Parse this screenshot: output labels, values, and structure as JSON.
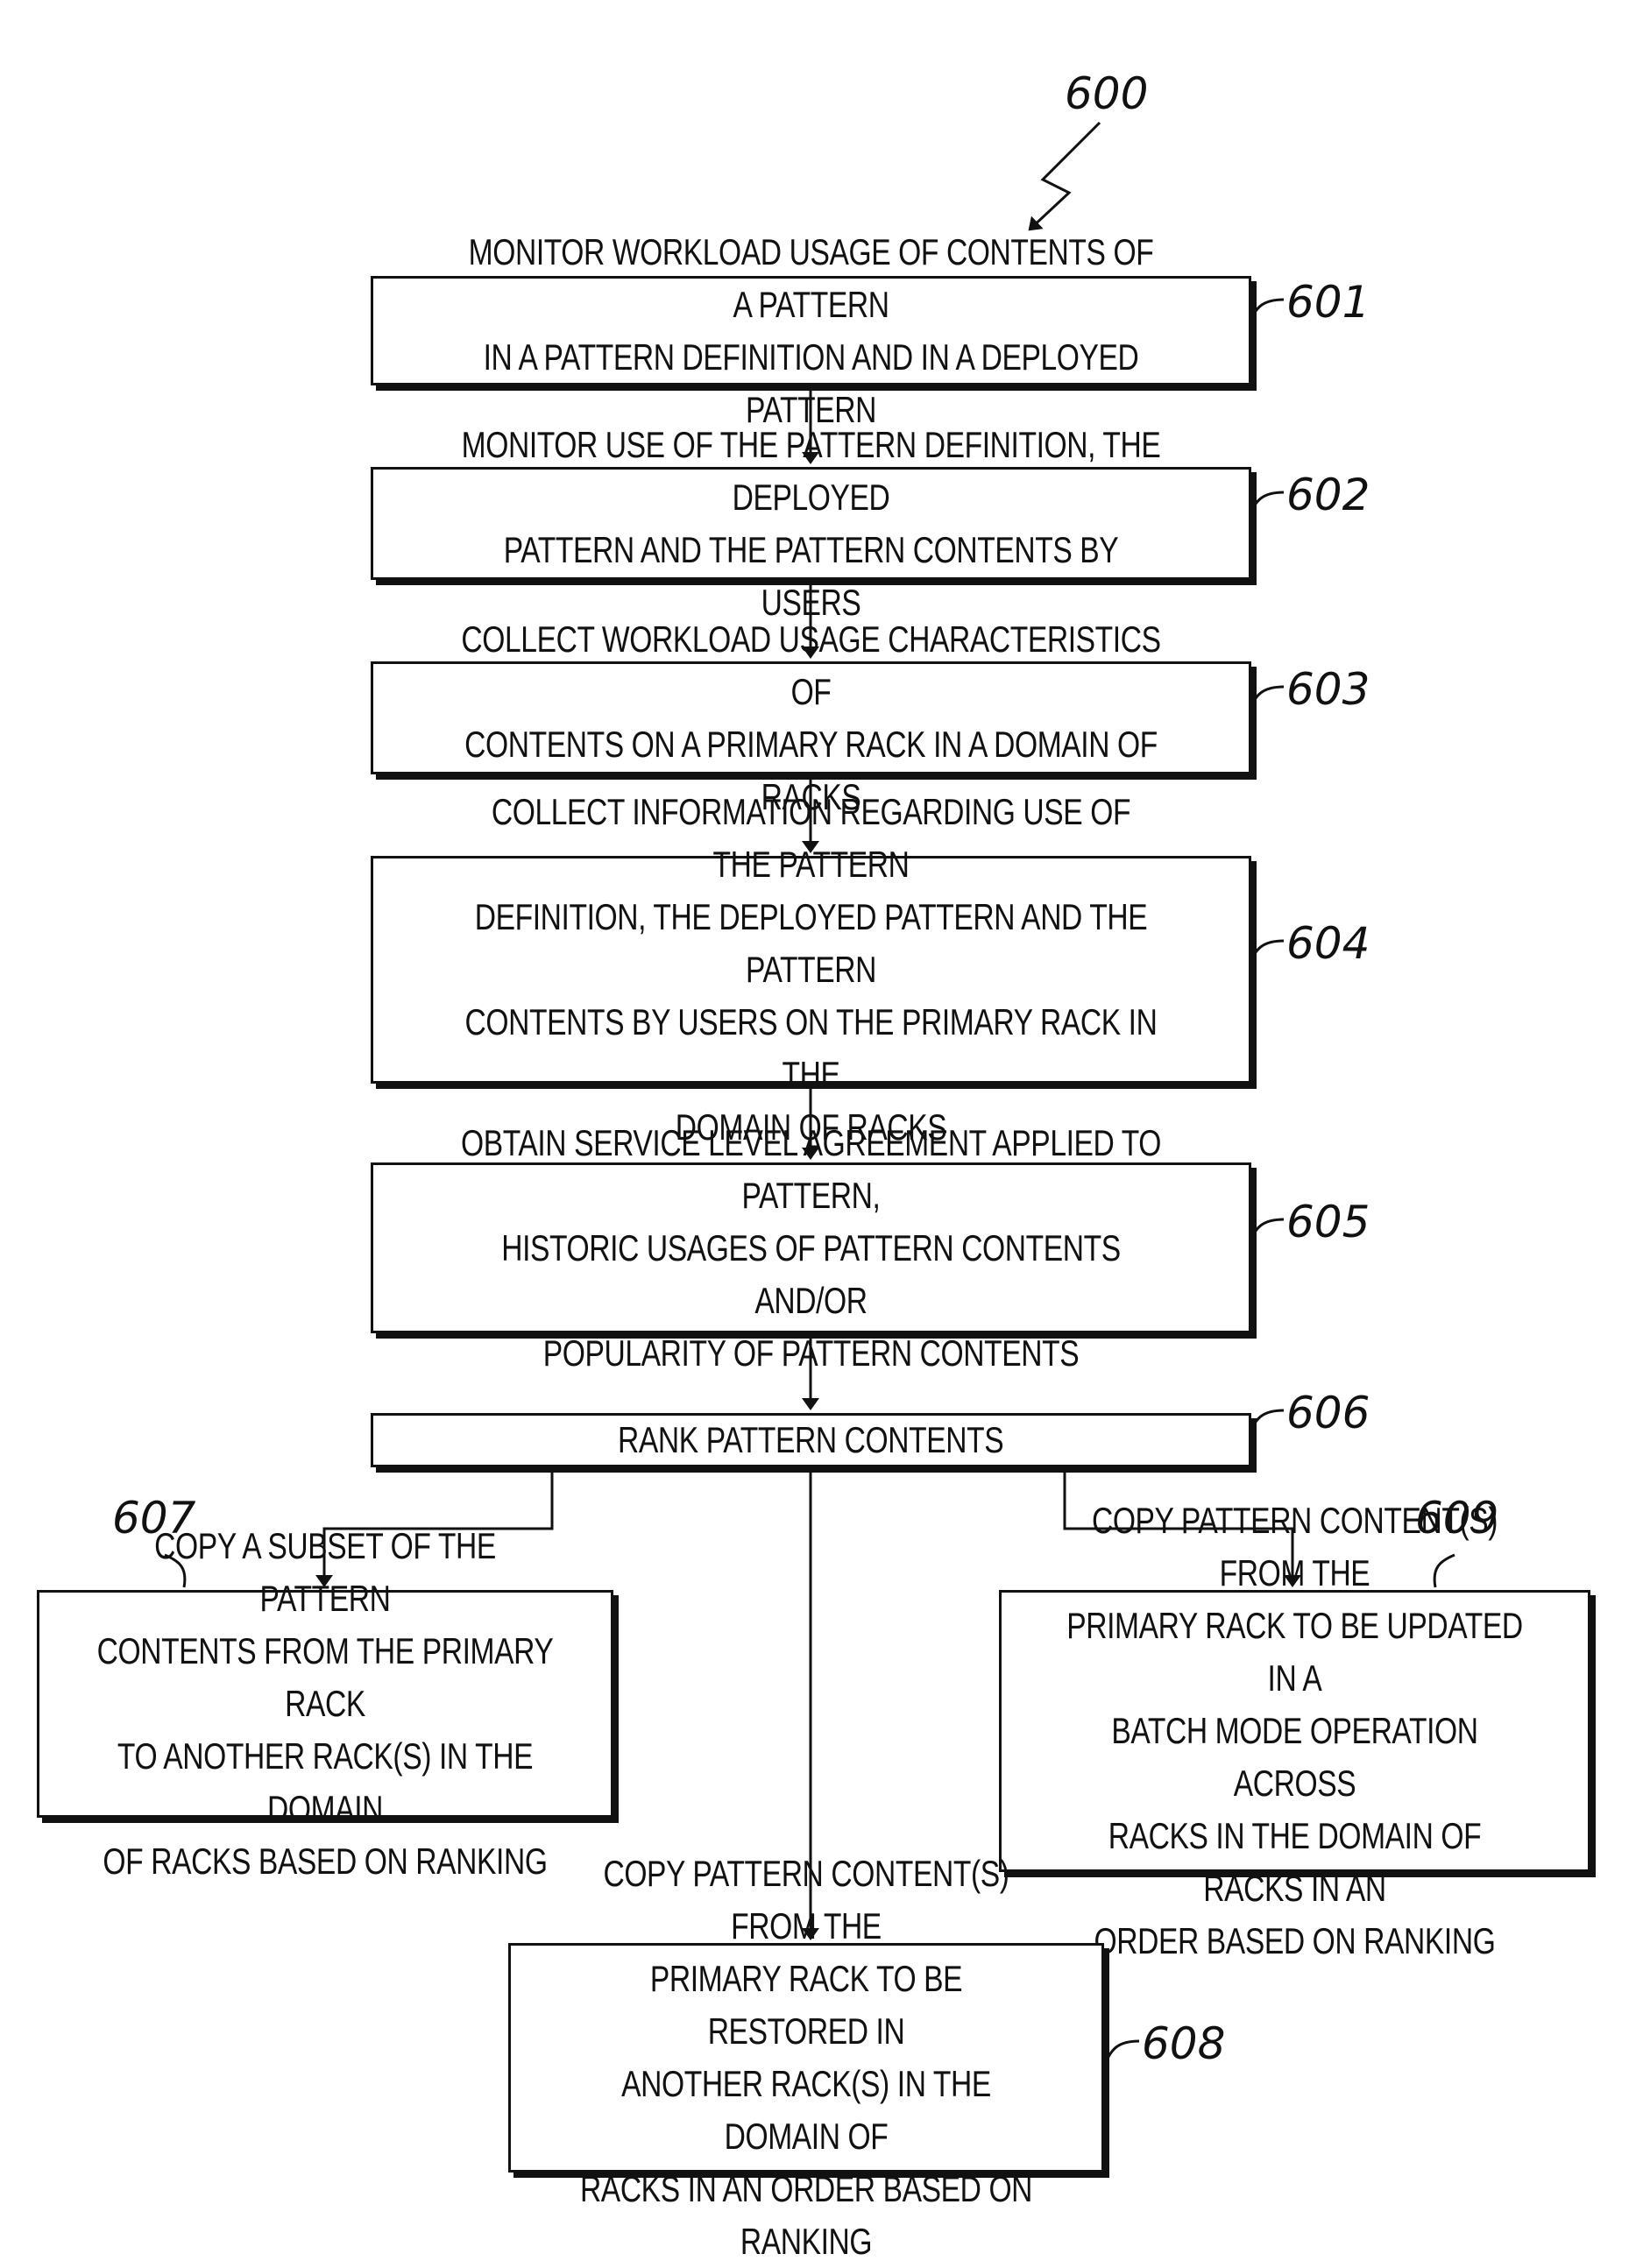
{
  "figure": {
    "number": "600"
  },
  "steps": {
    "s601": {
      "ref": "601",
      "text": "MONITOR WORKLOAD USAGE OF CONTENTS OF A PATTERN\nIN A PATTERN DEFINITION AND IN A DEPLOYED PATTERN"
    },
    "s602": {
      "ref": "602",
      "text": "MONITOR USE OF THE PATTERN DEFINITION, THE DEPLOYED\nPATTERN AND THE PATTERN CONTENTS BY USERS"
    },
    "s603": {
      "ref": "603",
      "text": "COLLECT WORKLOAD USAGE CHARACTERISTICS OF\nCONTENTS ON A PRIMARY RACK IN A DOMAIN OF RACKS"
    },
    "s604": {
      "ref": "604",
      "text": "COLLECT INFORMATION REGARDING USE OF THE PATTERN\nDEFINITION, THE DEPLOYED PATTERN AND THE PATTERN\nCONTENTS BY USERS ON THE PRIMARY RACK IN THE\nDOMAIN OF RACKS"
    },
    "s605": {
      "ref": "605",
      "text": "OBTAIN SERVICE LEVEL AGREEMENT APPLIED TO PATTERN,\nHISTORIC USAGES OF PATTERN CONTENTS AND/OR\nPOPULARITY OF PATTERN CONTENTS"
    },
    "s606": {
      "ref": "606",
      "text": "RANK PATTERN CONTENTS"
    },
    "s607": {
      "ref": "607",
      "text": "COPY A SUBSET OF THE PATTERN\nCONTENTS FROM THE PRIMARY RACK\nTO ANOTHER RACK(S) IN THE DOMAIN\nOF RACKS BASED ON RANKING"
    },
    "s608": {
      "ref": "608",
      "text": "COPY PATTERN CONTENT(S) FROM THE\nPRIMARY RACK TO BE RESTORED IN\nANOTHER RACK(S) IN THE DOMAIN OF\nRACKS IN AN ORDER BASED ON RANKING"
    },
    "s609": {
      "ref": "609",
      "text": "COPY PATTERN CONTENT(S) FROM THE\nPRIMARY RACK TO BE UPDATED IN A\nBATCH MODE OPERATION ACROSS\nRACKS IN THE DOMAIN OF RACKS IN AN\nORDER BASED ON RANKING"
    }
  }
}
